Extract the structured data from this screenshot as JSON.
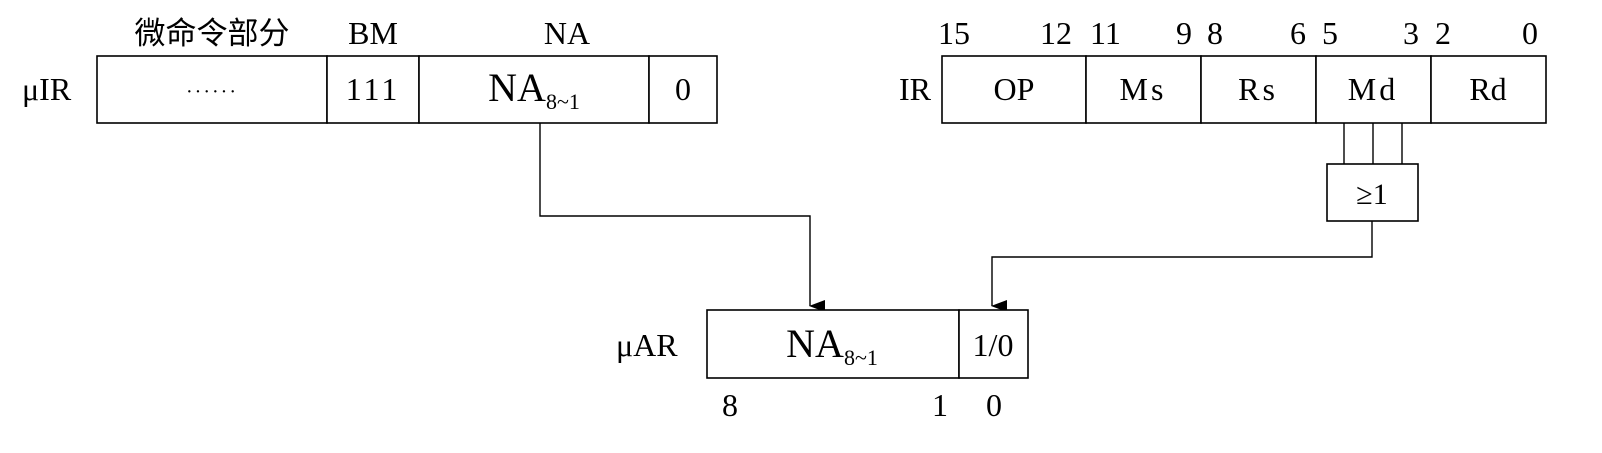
{
  "uir": {
    "label": "μIR",
    "headers": {
      "micro": "微命令部分",
      "bm": "BM",
      "na": "NA"
    },
    "fields": {
      "micro": "······",
      "bm": "111",
      "na_main": "NA",
      "na_sub": "8~1",
      "zero": "0"
    }
  },
  "ir": {
    "label": "IR",
    "bits": [
      "15",
      "12",
      "11",
      "9",
      "8",
      "6",
      "5",
      "3",
      "2",
      "0"
    ],
    "fields": {
      "op": "OP",
      "ms": "Ms",
      "rs": "Rs",
      "md": "Md",
      "rd": "Rd"
    }
  },
  "gate": {
    "label": "≥1"
  },
  "uar": {
    "label": "μAR",
    "fields": {
      "na_main": "NA",
      "na_sub": "8~1",
      "low": "1/0"
    },
    "bits": [
      "8",
      "1",
      "0"
    ]
  }
}
